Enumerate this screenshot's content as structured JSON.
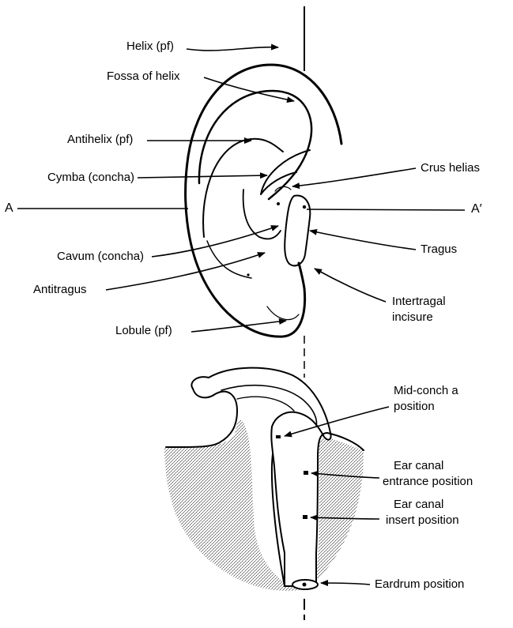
{
  "ear_labels": {
    "helix": "Helix (pf)",
    "fossa": "Fossa of helix",
    "antihelix": "Antihelix (pf)",
    "cymba": "Cymba (concha)",
    "cavum": "Cavum (concha)",
    "antitragus": "Antitragus",
    "lobule": "Lobule (pf)",
    "crus": "Crus helias",
    "tragus": "Tragus",
    "intertragal_line1": "Intertragal",
    "intertragal_line2": "incisure"
  },
  "section_line": {
    "left": "A",
    "right": "A′"
  },
  "positions": {
    "midconcha_line1": "Mid-conch a",
    "midconcha_line2": "position",
    "entrance_line1": "Ear canal",
    "entrance_line2": "entrance position",
    "insert_line1": "Ear canal",
    "insert_line2": "insert position",
    "eardrum": "Eardrum position"
  },
  "colors": {
    "ink": "#000000",
    "tissue_stipple": "#b8b8b8"
  }
}
